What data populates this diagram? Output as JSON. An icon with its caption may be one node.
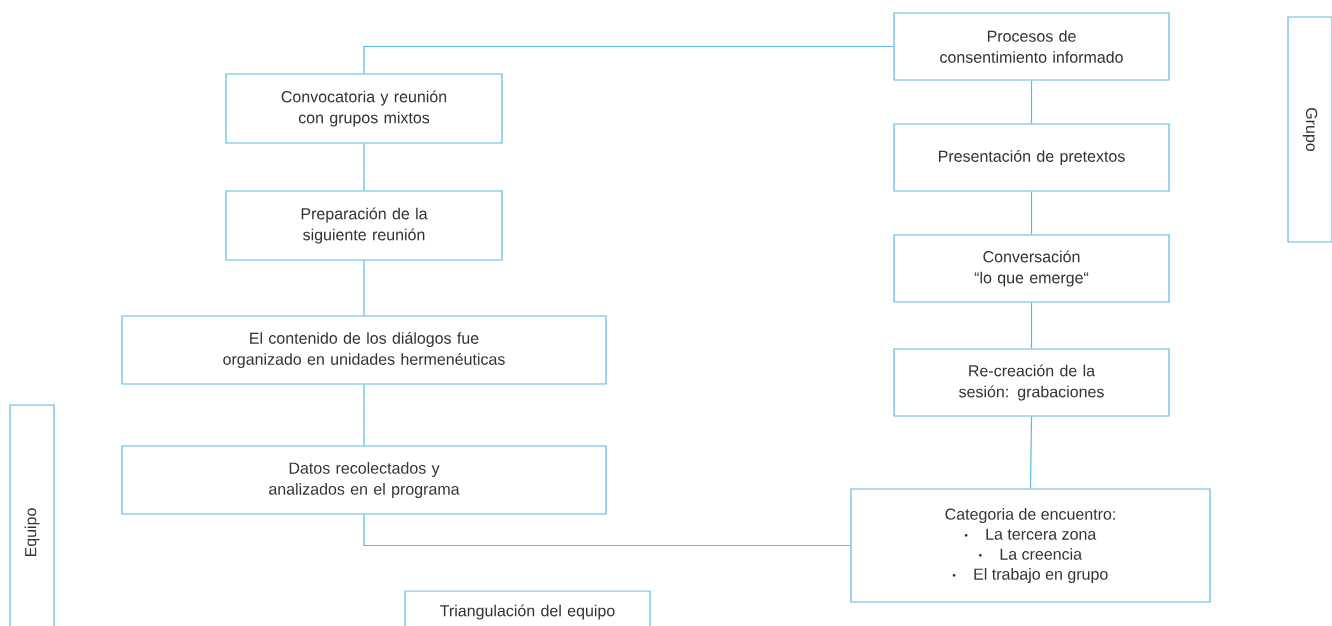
{
  "diagram": {
    "nodes": [
      {
        "text": [
          "Grupo"
        ]
      },
      {
        "text": [
          "Procesos de consentimiento informado"
        ]
      },
      {
        "text": [
          "Convocatoria y reunión con grupos mixtos"
        ]
      },
      {
        "text": [
          "Preparación de la siguiente reunión"
        ]
      },
      {
        "text": [
          "El contenido de los diálogos fue organizado en unidades hermenéuticas"
        ]
      },
      {
        "text": [
          "Datos recolectados y analizados en el programa"
        ]
      },
      {
        "text": [
          "Presentación de pretextos"
        ]
      },
      {
        "text": [
          "Conversación “lo que emerge“"
        ]
      },
      {
        "text": [
          "Re-creación de la sesión: grabaciones"
        ]
      },
      {
        "text": [
          "Categoria de encuentro:",
          "La tercera zona",
          "La creencia",
          "El trabajo en grupo"
        ]
      },
      {
        "text": [
          "Equipo"
        ]
      },
      {
        "text": [
          "Triangulación del equipo"
        ]
      }
    ],
    "edges": [
      {
        "from": 1,
        "to": 2,
        "arrow": "none"
      },
      {
        "from": 2,
        "to": 3,
        "arrow": "none"
      },
      {
        "from": 3,
        "to": 4,
        "arrow": "none"
      },
      {
        "from": 4,
        "to": 5,
        "arrow": "none"
      },
      {
        "from": 5,
        "to": 9,
        "arrow": "none"
      },
      {
        "from": 1,
        "to": 6,
        "arrow": "none"
      },
      {
        "from": 6,
        "to": 7,
        "arrow": "none"
      },
      {
        "from": 7,
        "to": 8,
        "arrow": "none"
      },
      {
        "from": 8,
        "to": 9,
        "arrow": "none"
      }
    ]
  }
}
